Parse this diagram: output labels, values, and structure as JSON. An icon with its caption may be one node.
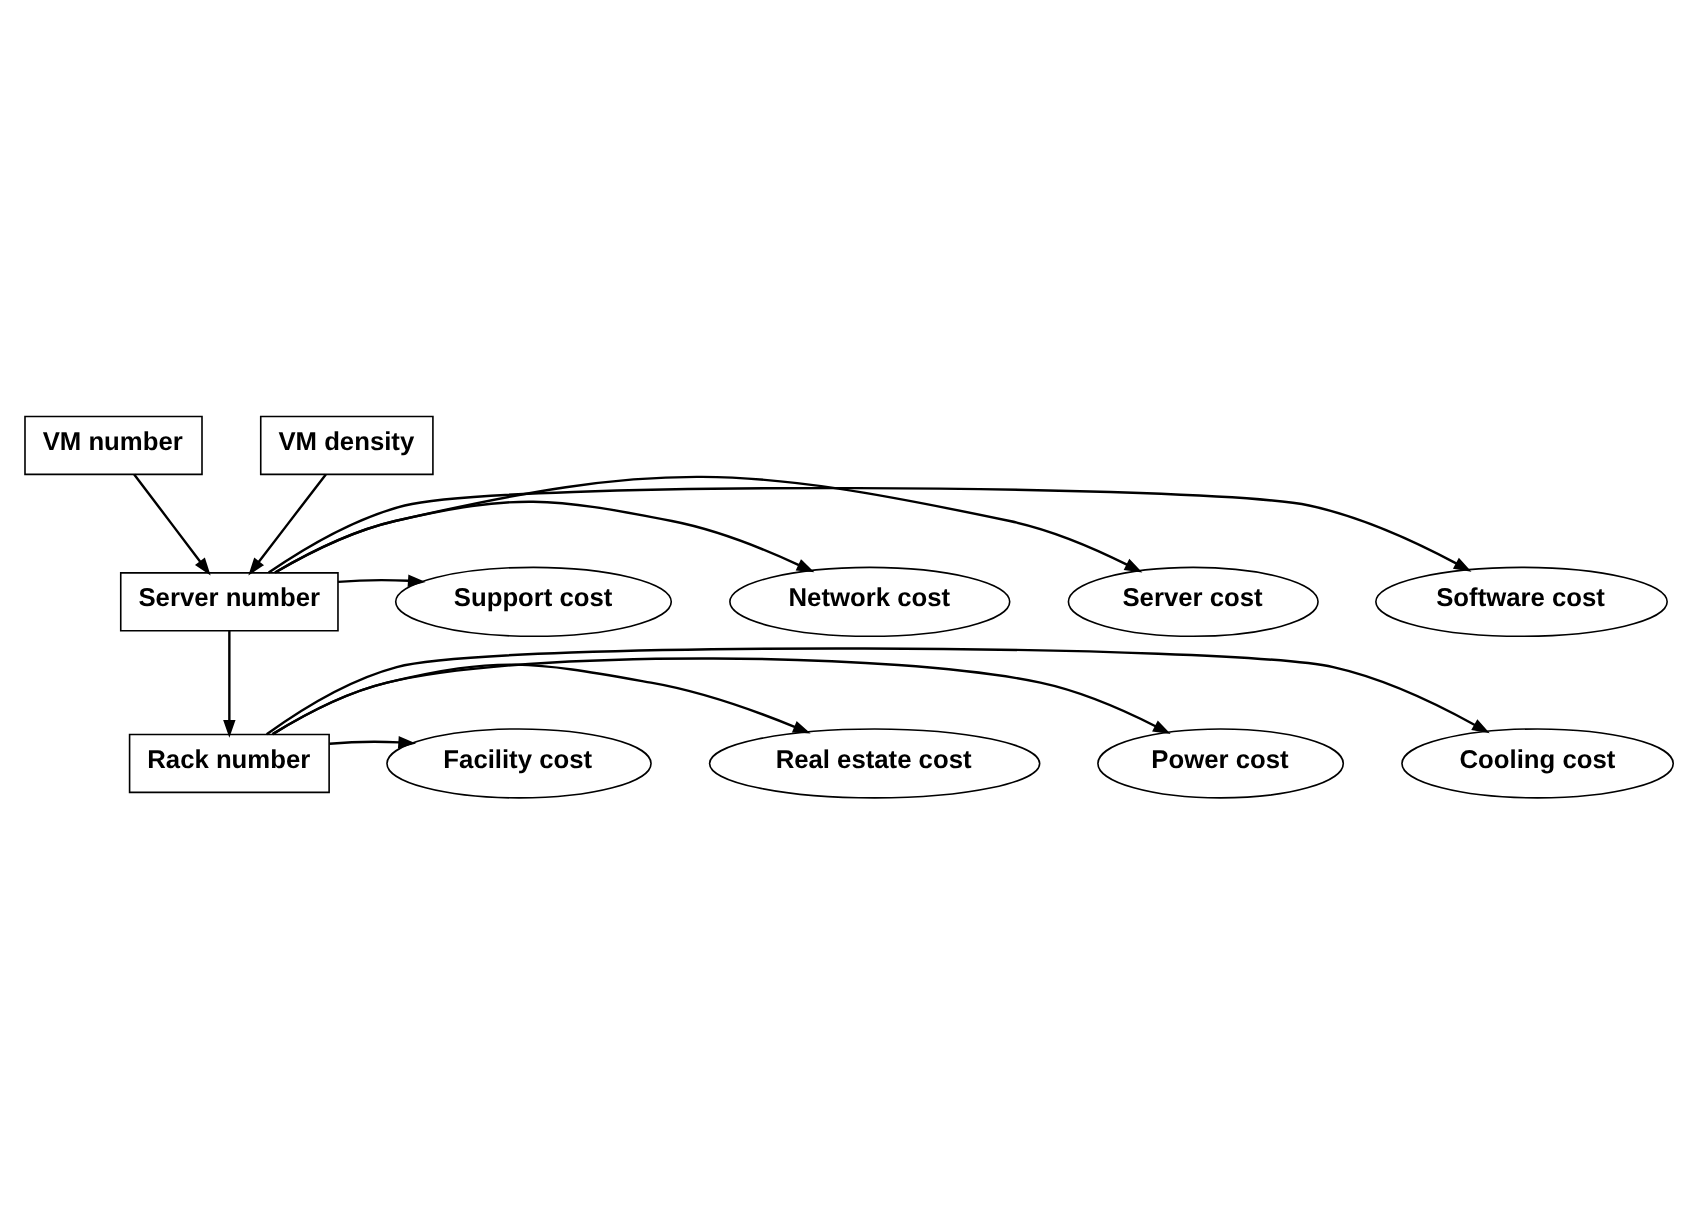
{
  "diagram": {
    "nodes": [
      {
        "text": [
          "VM number"
        ]
      },
      {
        "text": [
          "VM density"
        ]
      },
      {
        "text": [
          "Server number"
        ]
      },
      {
        "text": [
          "Server cost"
        ]
      },
      {
        "text": [
          "Software cost"
        ]
      },
      {
        "text": [
          "Support cost"
        ]
      },
      {
        "text": [
          "Network cost"
        ]
      },
      {
        "text": [
          "Rack number"
        ]
      },
      {
        "text": [
          "Power cost"
        ]
      },
      {
        "text": [
          "Cooling cost"
        ]
      },
      {
        "text": [
          "Facility cost"
        ]
      },
      {
        "text": [
          "Real estate cost"
        ]
      }
    ],
    "edges": [
      {
        "from": 0,
        "to": 2,
        "arrow": "to"
      },
      {
        "from": 1,
        "to": 2,
        "arrow": "to"
      },
      {
        "from": 2,
        "to": 3,
        "arrow": "to"
      },
      {
        "from": 2,
        "to": 4,
        "arrow": "to"
      },
      {
        "from": 2,
        "to": 5,
        "arrow": "to"
      },
      {
        "from": 2,
        "to": 6,
        "arrow": "to"
      },
      {
        "from": 2,
        "to": 7,
        "arrow": "to"
      },
      {
        "from": 7,
        "to": 8,
        "arrow": "to"
      },
      {
        "from": 7,
        "to": 9,
        "arrow": "to"
      },
      {
        "from": 7,
        "to": 10,
        "arrow": "to"
      },
      {
        "from": 7,
        "to": 11,
        "arrow": "to"
      }
    ]
  }
}
